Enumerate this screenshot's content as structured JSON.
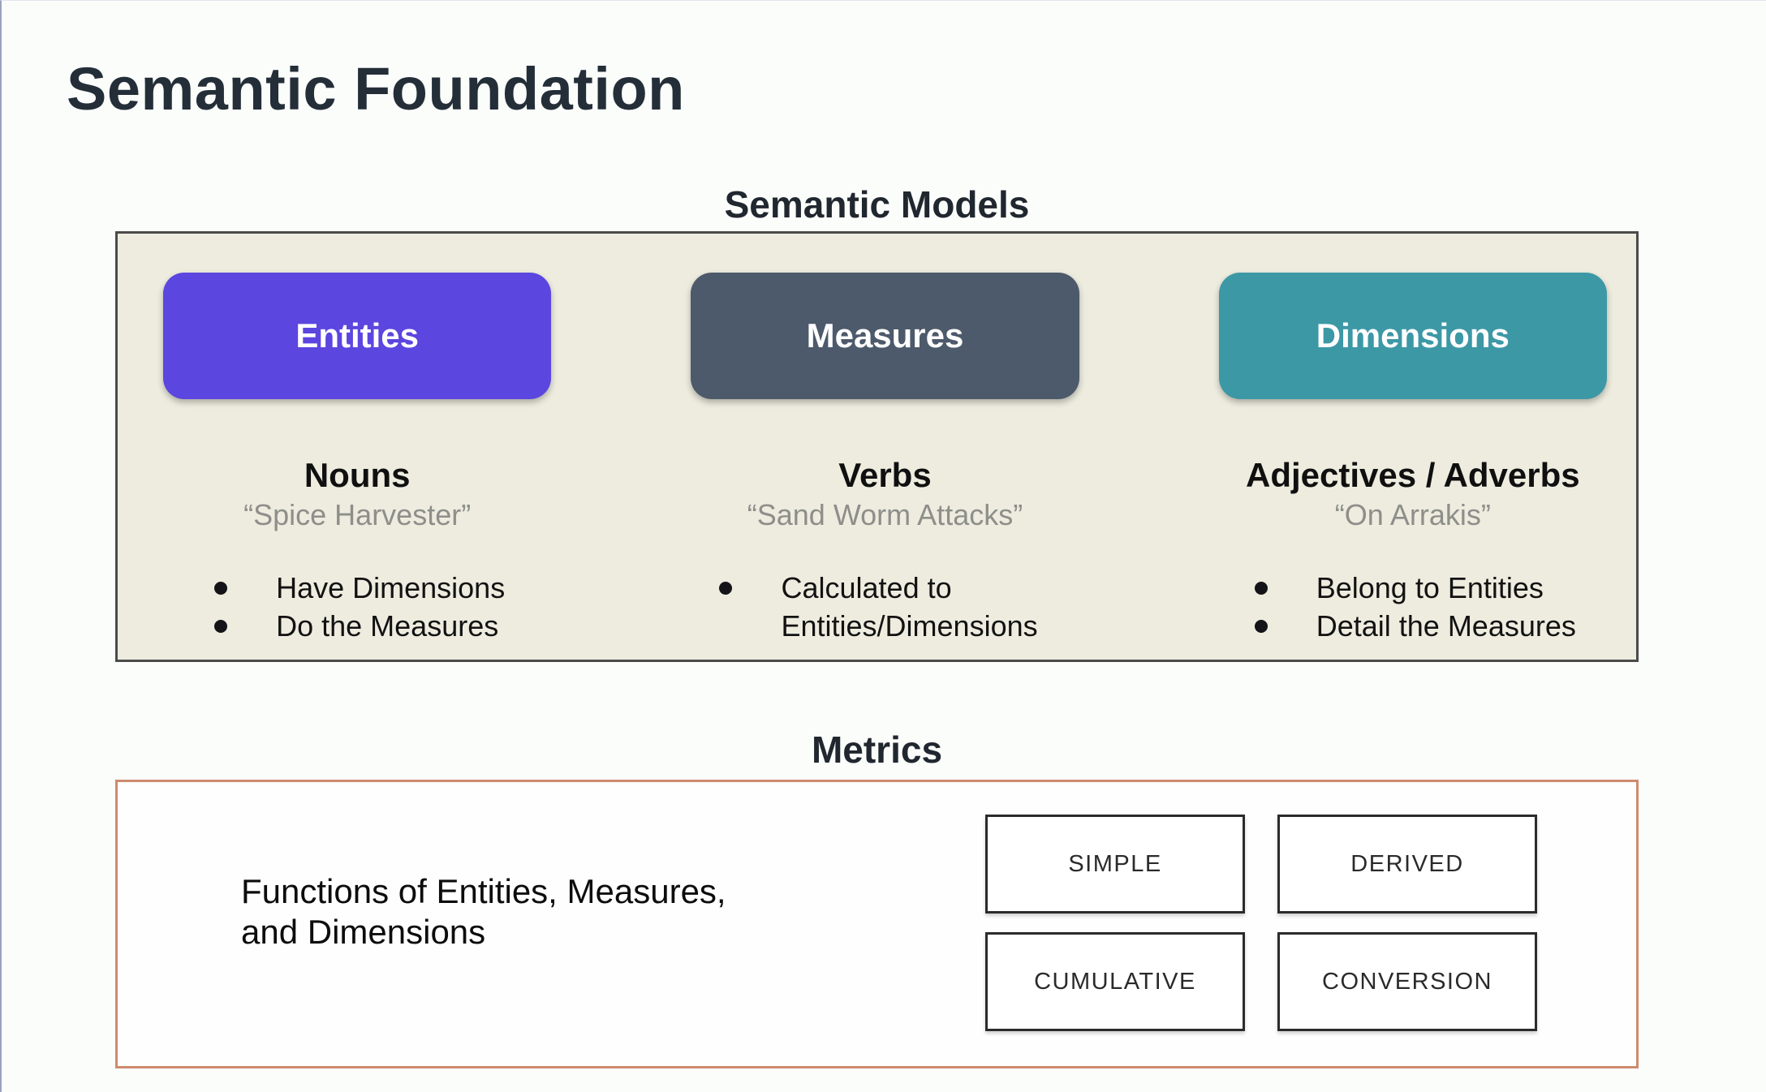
{
  "page": {
    "title": "Semantic Foundation"
  },
  "semantic_models": {
    "heading": "Semantic Models",
    "panel_bg": "#edecdf",
    "panel_border": "#4b4b4b",
    "columns": [
      {
        "button": "Entities",
        "button_color": "#5b46e0",
        "role": "Nouns",
        "example": "“Spice Harvester”",
        "bullets": [
          "Have Dimensions",
          "Do the Measures"
        ]
      },
      {
        "button": "Measures",
        "button_color": "#4d5a6b",
        "role": "Verbs",
        "example": "“Sand Worm Attacks”",
        "bullets": [
          "Calculated to Entities/Dimensions"
        ]
      },
      {
        "button": "Dimensions",
        "button_color": "#3d98a6",
        "role": "Adjectives / Adverbs",
        "example": "“On Arrakis”",
        "bullets": [
          "Belong to Entities",
          "Detail the Measures"
        ]
      }
    ]
  },
  "metrics": {
    "heading": "Metrics",
    "border_color": "#cf8a6e",
    "description_line1": "Functions of Entities, Measures,",
    "description_line2": "and Dimensions",
    "types": [
      "SIMPLE",
      "DERIVED",
      "CUMULATIVE",
      "CONVERSION"
    ]
  }
}
